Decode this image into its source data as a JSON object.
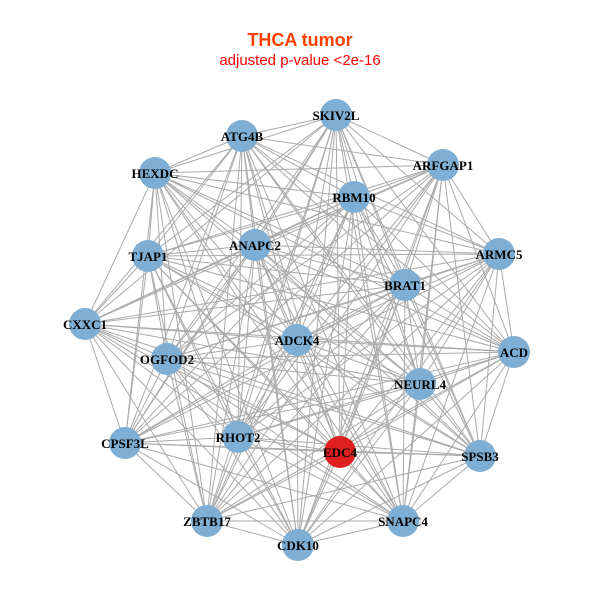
{
  "title": "THCA tumor",
  "subtitle": "adjusted p-value <2e-16",
  "colors": {
    "node": "#7eaed3",
    "highlight": "#e02020",
    "edge": "#aaaaaa",
    "title": "#ff4000",
    "subtitle": "#ff0000"
  },
  "nodes": [
    {
      "id": "SKIV2L"
    },
    {
      "id": "ATG4B"
    },
    {
      "id": "ARFGAP1"
    },
    {
      "id": "HEXDC"
    },
    {
      "id": "RBM10"
    },
    {
      "id": "TJAP1"
    },
    {
      "id": "ANAPC2"
    },
    {
      "id": "ARMC5"
    },
    {
      "id": "BRAT1"
    },
    {
      "id": "CXXC1"
    },
    {
      "id": "ADCK4"
    },
    {
      "id": "ACD"
    },
    {
      "id": "OGFOD2"
    },
    {
      "id": "NEURL4"
    },
    {
      "id": "CPSF3L"
    },
    {
      "id": "RHOT2"
    },
    {
      "id": "EDC4",
      "highlight": true
    },
    {
      "id": "SPSB3"
    },
    {
      "id": "ZBTB17"
    },
    {
      "id": "SNAPC4"
    },
    {
      "id": "CDK10"
    }
  ],
  "edge_mode": "complete"
}
